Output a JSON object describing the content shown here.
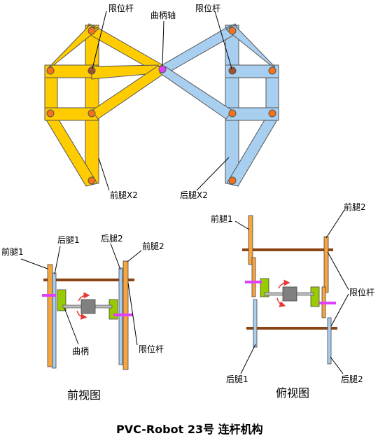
{
  "labels": {
    "limit_rod_left": "限位杆",
    "crank_axle": "曲柄轴",
    "limit_rod_right": "限位杆",
    "front_leg_x2": "前腿X2",
    "rear_leg_x2": "后腿X2",
    "fv_front_leg_1": "前腿1",
    "fv_rear_leg_1": "后腿1",
    "fv_rear_leg_2": "后腿2",
    "fv_front_leg_2": "前腿2",
    "fv_crank": "曲柄",
    "fv_limit_rod": "限位杆",
    "tv_front_leg_1": "前腿1",
    "tv_front_leg_2": "前腿2",
    "tv_limit_rod": "限位杆",
    "tv_rear_leg_1": "后腿1",
    "tv_rear_leg_2": "后腿2"
  },
  "sections": {
    "front_view": "前视图",
    "top_view": "俯视图"
  },
  "title": "PVC-Robot 23号 连杆机构",
  "colors": {
    "front_leg": "#ffcc00",
    "rear_leg": "#a8cff0",
    "joint": "#f97316",
    "axle": "#e040fb",
    "limit_pin": "#a0522d",
    "bar_brown": "#8b4513",
    "crank_green": "#99cc00",
    "motor_gray": "#808080",
    "arrow_red": "#e53935"
  }
}
